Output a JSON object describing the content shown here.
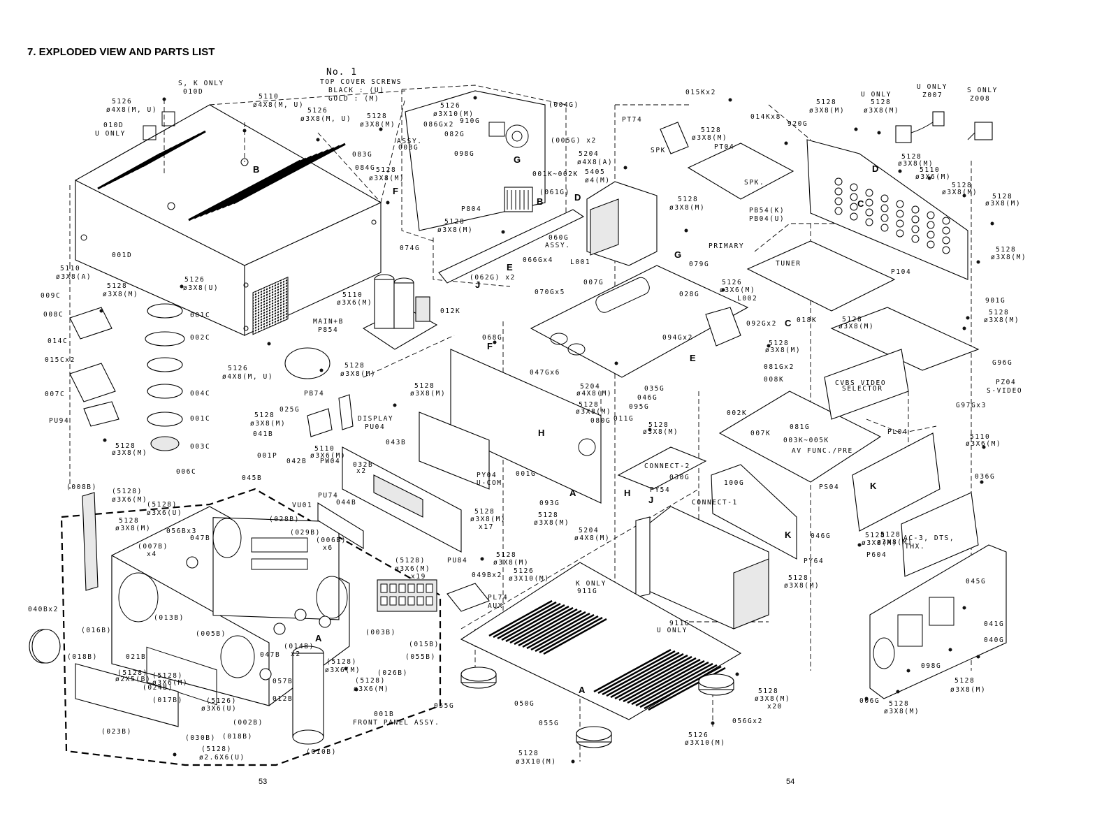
{
  "title": "7. EXPLODED VIEW AND PARTS LIST",
  "page_left": "53",
  "page_right": "54",
  "labels": {
    "no1": "No. 1",
    "top_cover_screws": "TOP COVER SCREWS",
    "black_u": "BLACK : (U)",
    "gold_m": "GOLD : (M)",
    "sk_only": "S, K ONLY",
    "l010d": "010D",
    "l5126_a": "5126",
    "l5126_a2": "ø4X8(M, U)",
    "l5110_a": "5110",
    "l5110_a2": "ø4X8(M, U)",
    "l5126_b": "5126",
    "l5126_b2": "ø3X8(M, U)",
    "l010d_u": "010D",
    "u_only_a": "U ONLY",
    "l001d": "001D",
    "l5128_a": "5128",
    "l5128_a2": "ø3X8(M)",
    "l083g": "083G",
    "l084g": "084G",
    "assy_003g": "ASSY.",
    "assy_003g2": "003G",
    "l5128_b": "5128",
    "l5128_b2": "ø3X8(M)",
    "l5126_c": "5126",
    "l5126_c2": "ø3X10(M)",
    "l910g": "910G",
    "l086g": "086Gx2",
    "l082g": "082G",
    "l098g": "098G",
    "l004g": "(004G)",
    "l005g": "(005G) x2",
    "l001k": "001K~002K",
    "l061g": "(061G)",
    "l5204_a": "5204",
    "l5204_a2": "ø4X8(A)",
    "l5405": "5405",
    "l5405_2": "ø4(M)",
    "lp804": "P804",
    "l5128_c": "5128",
    "l5128_c2": "ø3X8(M)",
    "l060g": "060G",
    "l060g2": "ASSY.",
    "l066g": "066Gx4",
    "l062g": "(062G) x2",
    "l074g": "074G",
    "l015k": "015Kx2",
    "lpt74": "PT74",
    "lspk": "SPK",
    "l014k": "014Kx8",
    "l5128_d": "5128",
    "l5128_d2": "ø3X8(M)",
    "lpt04": "PT04",
    "lspk2": "SPK.",
    "l920g": "920G",
    "l5128_e": "5128",
    "l5128_e2": "ø3X8(M)",
    "u_only_b": "U ONLY",
    "l5128_f": "5128",
    "l5128_f2": "ø3X8(M)",
    "u_only_c": "U ONLY",
    "lz007": "Z007",
    "s_only": "S ONLY",
    "lz008": "Z008",
    "l5128_g": "5128",
    "l5128_g2": "ø3X8(M)",
    "l5110_b": "5110",
    "l5110_b2": "ø3X6(M)",
    "l5128_h": "5128",
    "l5128_h2": "ø3X8(M)",
    "l5128_i": "5128",
    "l5128_i2": "ø3X8(M)",
    "l5128_j": "5128",
    "l5128_j2": "ø3X8(M)",
    "l5128_k": "5128",
    "l5128_k2": "ø3X8(M)",
    "lpb54": "PB54(K)",
    "lpb04": "PB04(U)",
    "primary": "PRIMARY",
    "l079g": "079G",
    "ll001": "L001",
    "tuner": "TUNER",
    "lp104": "P104",
    "l901g": "901G",
    "l5128_l": "5128",
    "l5128_l2": "ø3X8(M)",
    "l5128_m": "5128",
    "l5128_m2": "ø3X8(M)",
    "l018k": "018K",
    "l5110_c": "5110",
    "l5110_c2": "ø3X6(M)",
    "l012k": "012K",
    "main_b": "MAIN+B",
    "lp854": "P854",
    "l5110_d": "5110",
    "l5110_d2": "ø3X8(A)",
    "l5126_d": "5126",
    "l5126_d2": "ø3X8(U)",
    "l009c": "009C",
    "l5128_n": "5128",
    "l5128_n2": "ø3X8(M)",
    "l008c": "008C",
    "l001c": "001C",
    "l002c": "002C",
    "l014c": "014C",
    "l015c": "015Cx2",
    "l004c": "004C",
    "l007c": "007C",
    "l001c_b": "001C",
    "lpu94": "PU94",
    "l003c": "003C",
    "l5128_o": "5128",
    "l5128_o2": "ø3X8(M)",
    "l006c": "006C",
    "l5126_e": "5126",
    "l5126_e2": "ø4X8(M, U)",
    "l5128_p": "5128",
    "l5128_p2": "ø3X8(M)",
    "lpb74": "PB74",
    "l007g": "007G",
    "l070g": "070Gx5",
    "l028g": "028G",
    "l5126_f": "5126",
    "l5126_f2": "ø3X6(M)",
    "ll002": "L002",
    "l092g": "092Gx2",
    "l068g": "068G",
    "l047g": "047Gx6",
    "l094g": "094Gx2",
    "l5128_q": "5128",
    "l5128_q2": "ø3X8(M)",
    "l081g2": "081Gx2",
    "l008k": "008K",
    "cvbs": "CVBS VIDEO",
    "selector": "SELECTOR",
    "lg96g": "G96G",
    "lpz04": "PZ04",
    "svideo": "S-VIDEO",
    "lg97g": "G97Gx3",
    "l5204_b": "5204",
    "l5204_b2": "ø4X8(M)",
    "l5128_r": "5128",
    "l5128_r2": "ø3X8(M)",
    "l035g": "035G",
    "l046g": "046G",
    "l095g": "095G",
    "l011g": "011G",
    "l002k": "002K",
    "l007k": "007K",
    "l081g": "081G",
    "l5128_s": "5128",
    "l5128_s2": "ø3X8(M)",
    "l080g": "080G",
    "l003k": "003K~005K",
    "av_func": "AV FUNC./PRE",
    "lpl04": "PL04",
    "l5110_e": "5110",
    "l5110_e2": "ø3X6(M)",
    "l5128_t": "5128",
    "l5128_t2": "ø3X8(M)",
    "l025g": "025G",
    "display": "DISPLAY",
    "lpu04": "PU04",
    "l5128_u": "5128",
    "l5128_u2": "ø3X8(M)",
    "l041b": "041B",
    "l001p": "001P",
    "l042b": "042B",
    "l5110_f": "5110",
    "l5110_f2": "ø3X6(M)",
    "lpw04": "PW04",
    "l043b": "043B",
    "lpy04": "PY04",
    "ucom": "U-COM",
    "l001g": "001G",
    "l093g": "093G",
    "connect2": "CONNECT-2",
    "l030g": "030G",
    "lpy54": "PY54",
    "l100g": "100G",
    "connect1": "CONNECT-1",
    "lps04": "PS04",
    "l036g": "036G",
    "l5128_v": "5128",
    "l5128_v2": "ø3X8(M)",
    "l045b": "045B",
    "l032b": "032B",
    "l032b2": "x2",
    "lpu74": "PU74",
    "l044b": "044B",
    "lvu01": "VU01",
    "l5128_w": "5128",
    "l5128_w2": "ø3X8(M)",
    "l5128_w3": "x17",
    "l5128_x": "5128",
    "l5128_x2": "ø3X8(M)",
    "l5204_c": "5204",
    "l5204_c2": "ø4X8(M)",
    "l046g_b": "046G",
    "l5128_y": "5128",
    "l5128_y2": "ø3X8(M)",
    "ac3": "AC-3, DTS,",
    "thx": "THX.",
    "lp604": "P604",
    "lpy64": "PY64",
    "l008b": "(008B)",
    "l5128_z": "(5128)",
    "l5128_z2": "ø3X6(M)",
    "l5128_aa": "(5128)",
    "l5128_aa2": "ø3X6(U)",
    "l5128_ab": "5128",
    "l5128_ab2": "ø3X8(M)",
    "l056b": "056Bx3",
    "l028b": "(028B)",
    "l007b": "(007B)",
    "l007b2": "x4",
    "l047b": "047B",
    "l029b": "(029B)",
    "l006b": "(006B)",
    "l006b2": "x6",
    "l5128_ac": "(5128)",
    "l5128_ac2": "ø3X6(M)",
    "l5128_ac3": "x19",
    "lpu84": "PU84",
    "l5128_ad": "5128",
    "l5128_ad2": "ø3X8(M)",
    "l049b": "049Bx2",
    "l5126_g": "5126",
    "l5126_g2": "ø3X10(M)",
    "lpl74": "PL74",
    "aux": "AUX",
    "k_only": "K ONLY",
    "l911g": "911G",
    "l911g_b": "911G",
    "u_only_d": "U ONLY",
    "l5128_ae": "5128",
    "l5128_ae2": "ø3X8(M)",
    "l045g": "045G",
    "l041g": "041G",
    "l040g": "040G",
    "l098g_b": "098G",
    "l5128_af": "5128",
    "l5128_af2": "ø3X8(M)",
    "l006g": "006G",
    "l5128_ag": "5128",
    "l5128_ag2": "ø3X8(M)",
    "l040b": "040Bx2",
    "l016b": "(016B)",
    "l018b": "(018B)",
    "l021b": "021B",
    "l013b": "(013B)",
    "l005b": "(005B)",
    "l5128_ah": "(5128)",
    "l5128_ah2": "ø2X5(B)",
    "l5128_ai": "(5128)",
    "l5128_ai2": "ø3X6(M)",
    "l024b": "(024B)",
    "l017b": "(017B)",
    "l5126_h": "(5126)",
    "l5126_h2": "ø3X6(U)",
    "l023b": "(023B)",
    "l030b": "(030B)",
    "l018b_b": "(018B)",
    "l002b": "(002B)",
    "l5128_aj": "(5128)",
    "l5128_aj2": "ø2.6X6(U)",
    "l047b_b": "047B",
    "l014b": "(014B)",
    "l014b2": "x2",
    "l057b": "057B",
    "l012b": "012B",
    "l003b": "(003B)",
    "l015b": "(015B)",
    "l5128_ak": "(5128)",
    "l5128_ak2": "ø3X6(M)",
    "l5128_al": "(5128)",
    "l5128_al2": "ø3X6(M)",
    "l026b": "(026B)",
    "l055b": "(055B)",
    "l001b": "001B",
    "front_panel": "FRONT PANEL ASSY.",
    "l010b": "(010B)",
    "l055g": "055G",
    "l050g": "050G",
    "l055g_b": "055G",
    "l5128_am": "5128",
    "l5128_am2": "ø3X10(M)",
    "l5126_i": "5126",
    "l5126_i2": "ø3X10(M)",
    "l056g": "056Gx2",
    "l5128_an": "5128",
    "l5128_an2": "ø3X8(M)",
    "l5128_an3": "x20",
    "lB1": "B",
    "lF1": "F",
    "lG1": "G",
    "lB2": "B",
    "lD1": "D",
    "lE1": "E",
    "lJ1": "J",
    "lD2": "D",
    "lC1": "C",
    "lG2": "G",
    "lF2": "F",
    "lH1": "H",
    "lE2": "E",
    "lC2": "C",
    "lA1": "A",
    "lH2": "H",
    "lJ2": "J",
    "lK1": "K",
    "lK2": "K",
    "lA2": "A",
    "lA3": "A"
  }
}
